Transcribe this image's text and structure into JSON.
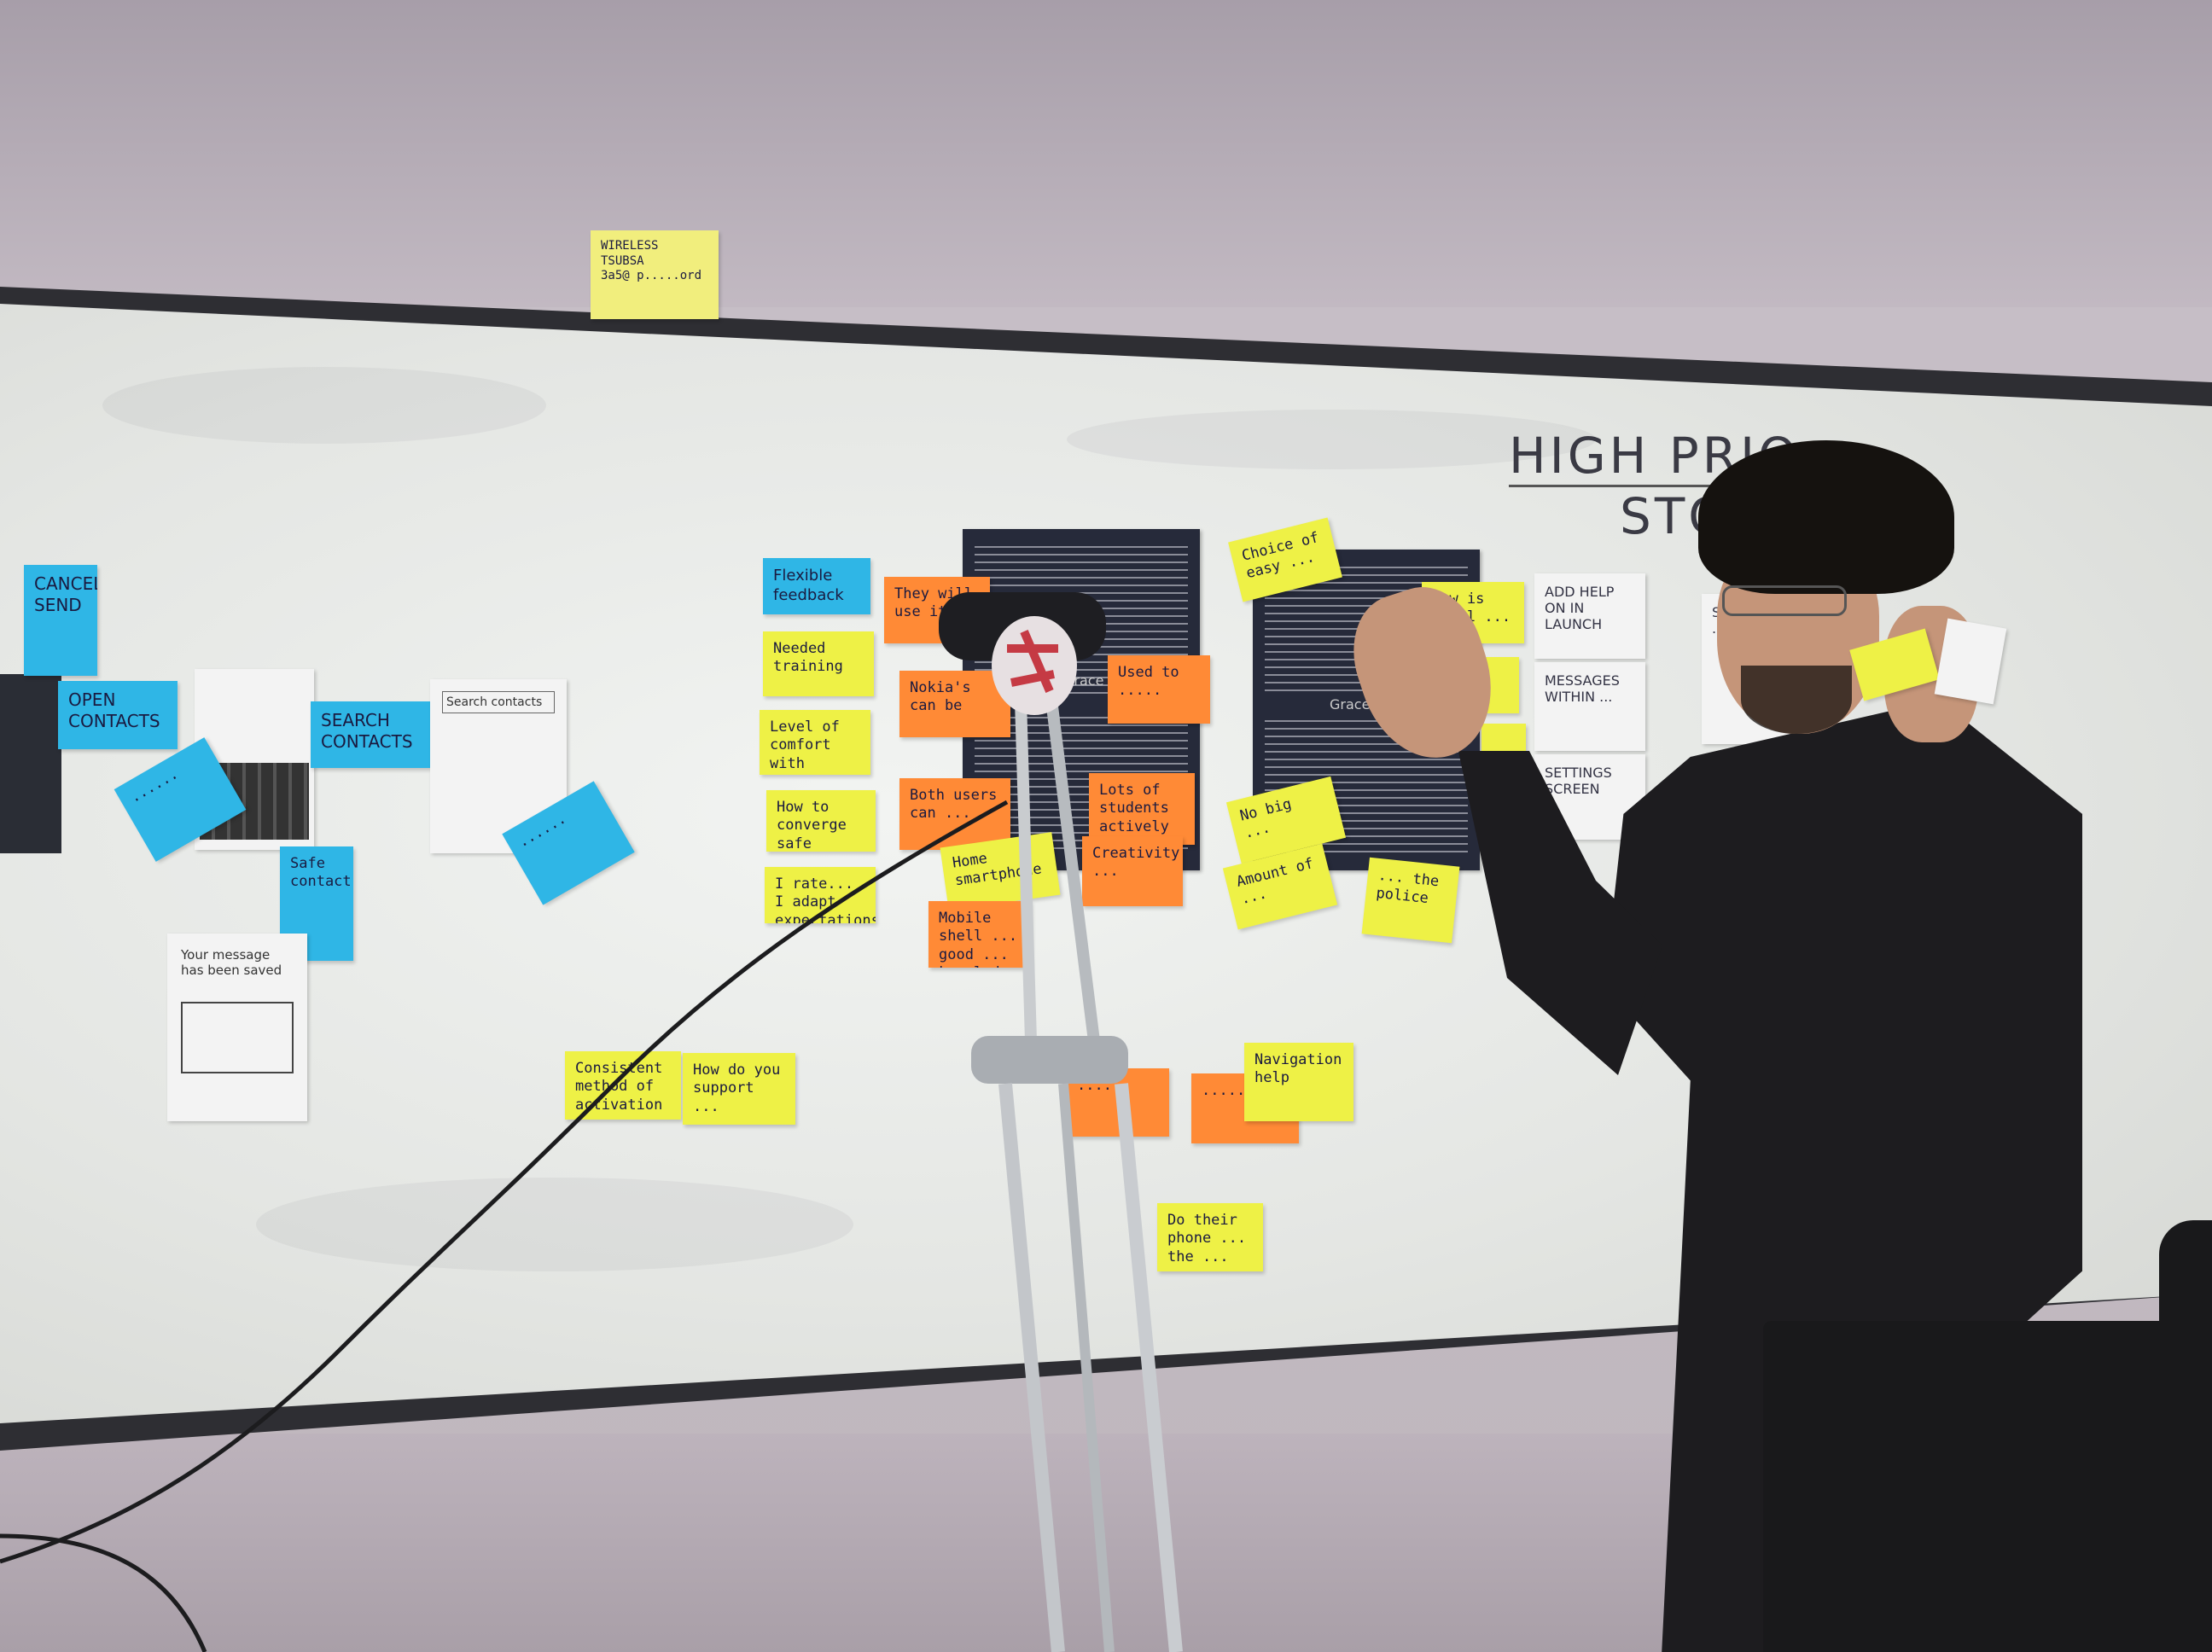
{
  "top_note": {
    "line1": "WIRELESS",
    "line2": "TSUBSA",
    "line3": "3a5@  p.....ord"
  },
  "heading": {
    "line1": "HIGH  PRIO",
    "line2": "STOR"
  },
  "left_notes": {
    "cancel_send": "CANCEL SEND",
    "open_contacts": "OPEN CONTACTS",
    "search_contacts": "SEARCH CONTACTS",
    "tilted_blue_1": "......",
    "tilted_blue_2": "......",
    "safe_contact": "Safe contact"
  },
  "left_papers": {
    "saved_message": "Your message has been saved",
    "search_screen": "Search contacts"
  },
  "middle_notes": {
    "flexible_feedback": "Flexible feedback",
    "needed_training": "Needed training",
    "level_of_comfort": "Level of comfort with smartphones varies",
    "how_to_converge": "How to converge safe practices",
    "i_rate": "I rate... I adapt expectations design",
    "they_will_use": "They will use it",
    "nokias": "Nokia's can be",
    "used_by": "Used to .....",
    "both_users": "Both users can ...",
    "lots_of_students": "Lots of students actively being ...",
    "home_smartphone": "Home smartphone",
    "mobile_shell": "Mobile shell ... good ... knowledge",
    "creativity": "Creativity ...",
    "consistent_method": "Consistent method of activation",
    "how_do_you_support": "How do you support ... ",
    "orange_low_1": "......",
    "orange_low_2": "......",
    "navigation_help": "Navigation help",
    "dont_share_phone": "Do their phone ... the ...",
    "choice_of_easy": "Choice of easy ...",
    "no_big": "No big ...",
    "menu_of_phone": "...",
    "amount_of": "Amount of ...",
    "police": "... the police",
    "how_is_legal": "How is legal ..."
  },
  "right_papers": {
    "app_help": "ADD HELP ON IN LAUNCH",
    "messages_within": "MESSAGES WITHIN ...",
    "settings": "SETTINGS SCREEN",
    "send_to": "SEND TO ..."
  },
  "doc_labels": {
    "grace_1": "Grace",
    "grace_2": "Grace"
  }
}
